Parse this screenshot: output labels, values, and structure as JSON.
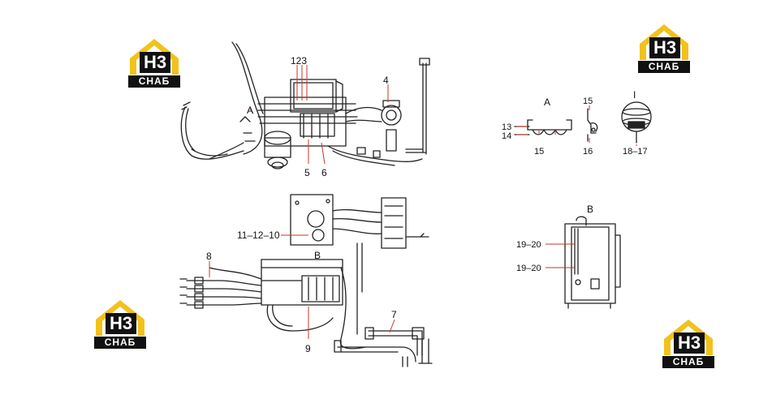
{
  "logos": [
    {
      "mark": "H3",
      "word": "СНАБ"
    },
    {
      "mark": "H3",
      "word": "СНАБ"
    },
    {
      "mark": "H3",
      "word": "СНАБ"
    },
    {
      "mark": "H3",
      "word": "СНАБ"
    }
  ],
  "callouts": {
    "top_123": "123",
    "top_4": "4",
    "top_A": "A",
    "top_5": "5",
    "top_6": "6",
    "mid_111210": "11–12–10",
    "mid_8": "8",
    "mid_B": "B",
    "mid_9": "9",
    "mid_7": "7"
  },
  "detail_A": {
    "title": "A",
    "label_13": "13",
    "label_14": "14",
    "label_15": "15"
  },
  "detail_15": {
    "top": "15",
    "bottom": "16"
  },
  "detail_I": {
    "title": "I",
    "label": "18–17"
  },
  "detail_B": {
    "title": "B",
    "label_1": "19–20",
    "label_2": "19–20"
  },
  "colors": {
    "logo_yellow": "#f2c21b",
    "logo_black": "#111111",
    "callout_red": "#c0392b",
    "line": "#222222"
  }
}
